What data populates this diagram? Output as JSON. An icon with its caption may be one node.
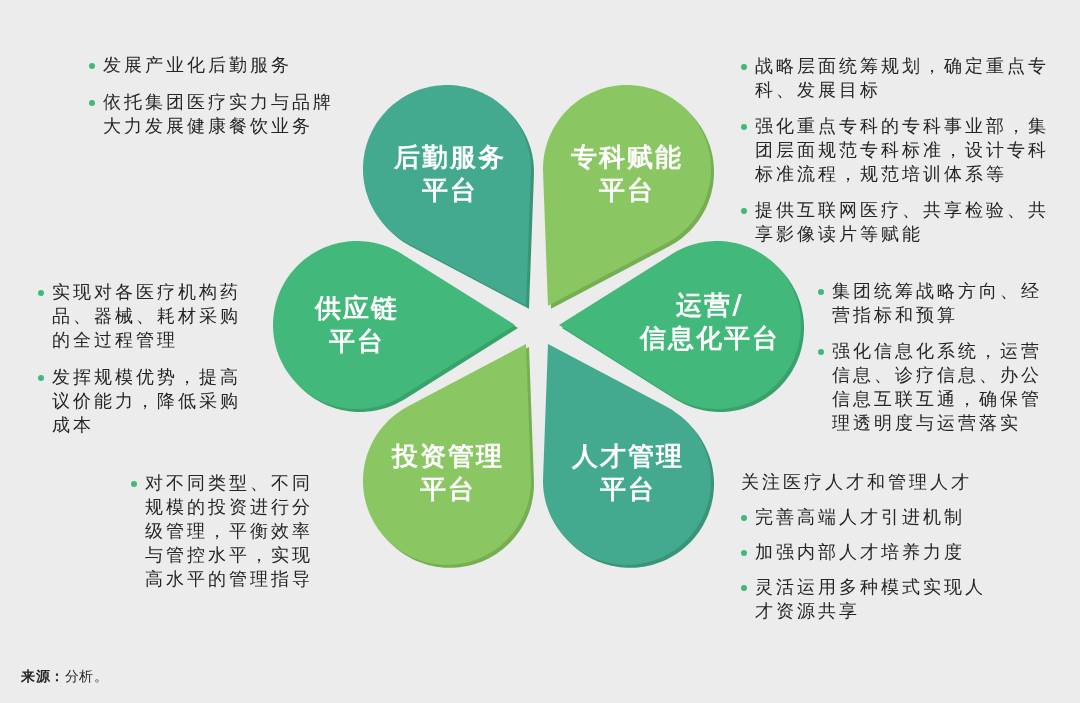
{
  "diagram": {
    "nodes": [
      {
        "text": [
          "后勤服务平台"
        ]
      },
      {
        "text": [
          "专科赋能平台"
        ]
      },
      {
        "text": [
          "供应链平台"
        ]
      },
      {
        "text": [
          "运营/信息化平台"
        ]
      },
      {
        "text": [
          "投资管理平台"
        ]
      },
      {
        "text": [
          "人才管理平台"
        ]
      }
    ],
    "labels": [
      "发展产业化后勤服务",
      "依托集团医疗实力与品牌大力发展健康餐饮业务",
      "战略层面统筹规划，确定重点专科、发展目标",
      "强化重点专科的专科事业部，集团层面规范专科标准，设计专科标准流程，规范培训体系等",
      "提供互联网医疗、共享检验、共享影像读片等赋能",
      "实现对各医疗机构药品、器械、耗材采购的全过程管理",
      "发挥规模优势，提高议价能力，降低采购成本",
      "集团统筹战略方向、经营指标和预算",
      "强化信息化系统，运营信息、诊疗信息、办公信息互联互通，确保管理透明度与运营落实",
      "对不同类型、不同规模的投资进行分级管理，平衡效率与管控水平，实现高水平的管理指导",
      "关注医疗人才和管理人才",
      "完善高端人才引进机制",
      "加强内部人才培养力度",
      "灵活运用多种模式实现人才资源共享",
      "**来源：**分析。"
    ]
  }
}
